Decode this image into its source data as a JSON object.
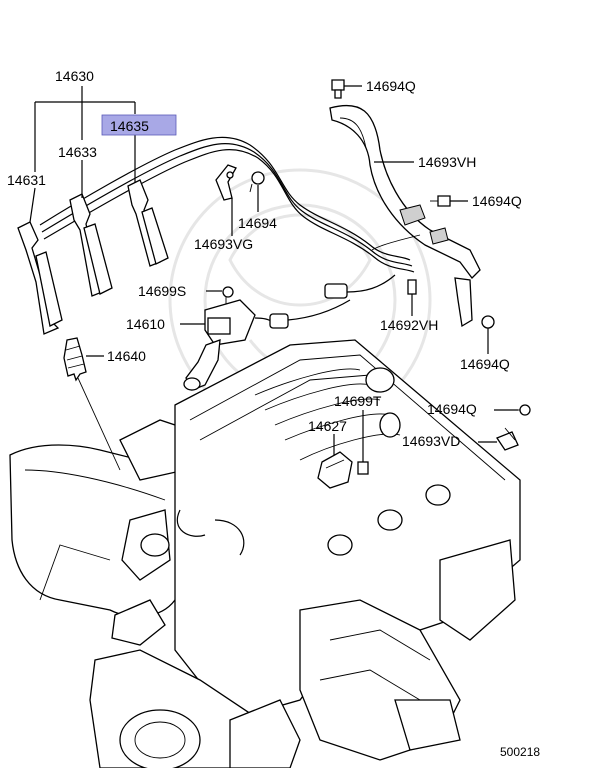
{
  "callouts": {
    "c14630": "14630",
    "c14635": "14635",
    "c14633": "14633",
    "c14631": "14631",
    "c14694Q_top": "14694Q",
    "c14693VH": "14693VH",
    "c14694Q_right": "14694Q",
    "c14694": "14694",
    "c14693VG": "14693VG",
    "c14699S": "14699S",
    "c14610": "14610",
    "c14692VH": "14692VH",
    "c14694Q_mid": "14694Q",
    "c14640": "14640",
    "c14699T": "14699T",
    "c14694Q_low": "14694Q",
    "c14627": "14627",
    "c14693VD": "14693VD"
  },
  "figure_id": "500218",
  "colors": {
    "highlight": "#a8a8e6",
    "ink": "#000000"
  }
}
